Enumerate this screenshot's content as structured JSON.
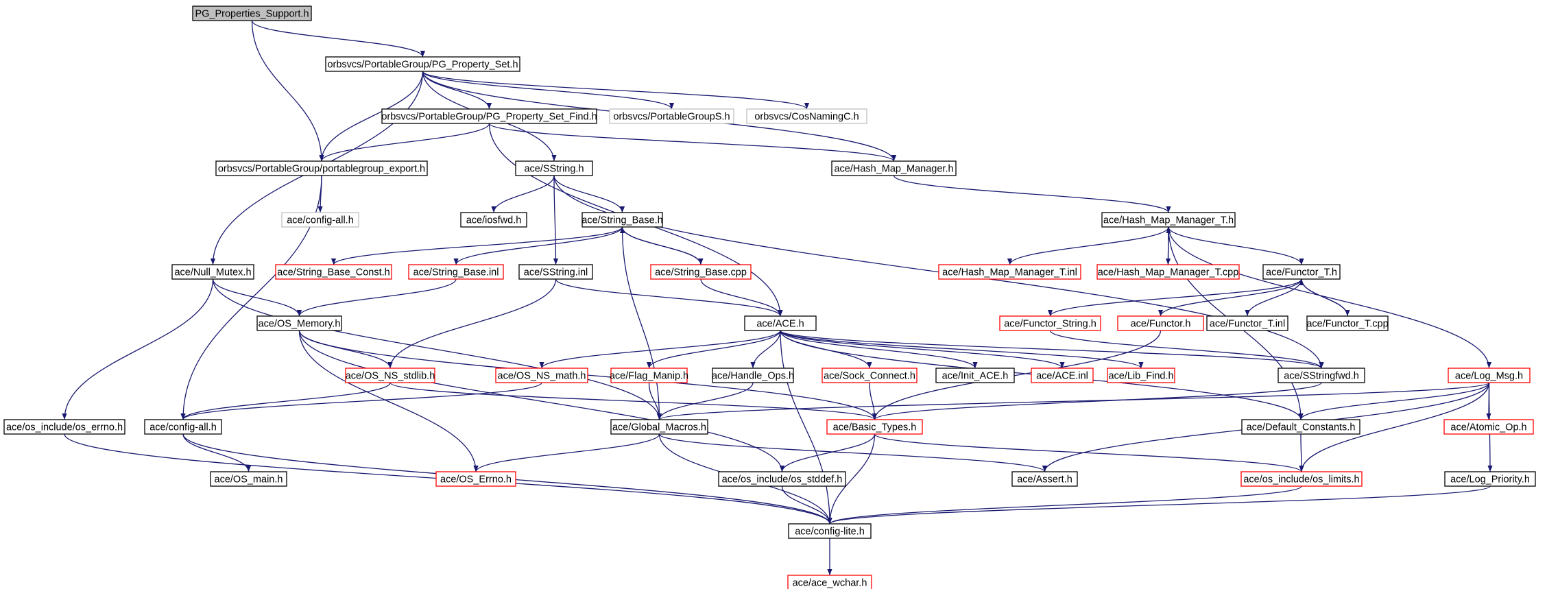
{
  "diagram": {
    "type": "include-dependency-graph",
    "colors": {
      "edge": "#191970",
      "normal_border": "#000000",
      "root_fill": "#bfbfbf",
      "truncated_border": "#ff0000",
      "external_border": "#bfbfbf"
    },
    "nodes": [
      {
        "id": "root",
        "label": "PG_Properties_Support.h",
        "kind": "root"
      },
      {
        "id": "pgset",
        "label": "orbsvcs/PortableGroup/PG_Property_Set.h",
        "kind": "normal"
      },
      {
        "id": "pgfind",
        "label": "orbsvcs/PortableGroup/PG_Property_Set_Find.h",
        "kind": "normal"
      },
      {
        "id": "pgS",
        "label": "orbsvcs/PortableGroupS.h",
        "kind": "gray"
      },
      {
        "id": "cosnaming",
        "label": "orbsvcs/CosNamingC.h",
        "kind": "gray"
      },
      {
        "id": "pgexport",
        "label": "orbsvcs/PortableGroup/portablegroup_export.h",
        "kind": "normal"
      },
      {
        "id": "sstring",
        "label": "ace/SString.h",
        "kind": "normal"
      },
      {
        "id": "hmm",
        "label": "ace/Hash_Map_Manager.h",
        "kind": "normal"
      },
      {
        "id": "configall_gray",
        "label": "ace/config-all.h",
        "kind": "gray"
      },
      {
        "id": "iosfwd",
        "label": "ace/iosfwd.h",
        "kind": "normal"
      },
      {
        "id": "stringbase",
        "label": "ace/String_Base.h",
        "kind": "normal"
      },
      {
        "id": "hmmt",
        "label": "ace/Hash_Map_Manager_T.h",
        "kind": "normal"
      },
      {
        "id": "nullmutex",
        "label": "ace/Null_Mutex.h",
        "kind": "normal"
      },
      {
        "id": "sbconst",
        "label": "ace/String_Base_Const.h",
        "kind": "red"
      },
      {
        "id": "sbinl",
        "label": "ace/String_Base.inl",
        "kind": "red"
      },
      {
        "id": "sstringinl",
        "label": "ace/SString.inl",
        "kind": "normal"
      },
      {
        "id": "sbcpp",
        "label": "ace/String_Base.cpp",
        "kind": "red"
      },
      {
        "id": "hmmtinl",
        "label": "ace/Hash_Map_Manager_T.inl",
        "kind": "red"
      },
      {
        "id": "hmmtcpp",
        "label": "ace/Hash_Map_Manager_T.cpp",
        "kind": "red"
      },
      {
        "id": "functort",
        "label": "ace/Functor_T.h",
        "kind": "normal"
      },
      {
        "id": "osmem",
        "label": "ace/OS_Memory.h",
        "kind": "normal"
      },
      {
        "id": "ace",
        "label": "ace/ACE.h",
        "kind": "normal"
      },
      {
        "id": "functorstring",
        "label": "ace/Functor_String.h",
        "kind": "red"
      },
      {
        "id": "functor",
        "label": "ace/Functor.h",
        "kind": "red"
      },
      {
        "id": "functortinl",
        "label": "ace/Functor_T.inl",
        "kind": "normal"
      },
      {
        "id": "functortcpp",
        "label": "ace/Functor_T.cpp",
        "kind": "normal"
      },
      {
        "id": "osnsstdlib",
        "label": "ace/OS_NS_stdlib.h",
        "kind": "red"
      },
      {
        "id": "osnsmath",
        "label": "ace/OS_NS_math.h",
        "kind": "red"
      },
      {
        "id": "flagmanip",
        "label": "ace/Flag_Manip.h",
        "kind": "red"
      },
      {
        "id": "handleops",
        "label": "ace/Handle_Ops.h",
        "kind": "normal"
      },
      {
        "id": "sockconnect",
        "label": "ace/Sock_Connect.h",
        "kind": "red"
      },
      {
        "id": "initace",
        "label": "ace/Init_ACE.h",
        "kind": "normal"
      },
      {
        "id": "aceinl",
        "label": "ace/ACE.inl",
        "kind": "red"
      },
      {
        "id": "libfind",
        "label": "ace/Lib_Find.h",
        "kind": "red"
      },
      {
        "id": "sstringfwd",
        "label": "ace/SStringfwd.h",
        "kind": "normal"
      },
      {
        "id": "logmsg",
        "label": "ace/Log_Msg.h",
        "kind": "red"
      },
      {
        "id": "oserrno",
        "label": "ace/os_include/os_errno.h",
        "kind": "normal"
      },
      {
        "id": "configall",
        "label": "ace/config-all.h",
        "kind": "normal"
      },
      {
        "id": "globalmacros",
        "label": "ace/Global_Macros.h",
        "kind": "normal"
      },
      {
        "id": "basictypes",
        "label": "ace/Basic_Types.h",
        "kind": "red"
      },
      {
        "id": "defconst",
        "label": "ace/Default_Constants.h",
        "kind": "normal"
      },
      {
        "id": "atomicop",
        "label": "ace/Atomic_Op.h",
        "kind": "red"
      },
      {
        "id": "osmain",
        "label": "ace/OS_main.h",
        "kind": "normal"
      },
      {
        "id": "oserrnoh",
        "label": "ace/OS_Errno.h",
        "kind": "red"
      },
      {
        "id": "osstddef",
        "label": "ace/os_include/os_stddef.h",
        "kind": "normal"
      },
      {
        "id": "assert",
        "label": "ace/Assert.h",
        "kind": "normal"
      },
      {
        "id": "oslimits",
        "label": "ace/os_include/os_limits.h",
        "kind": "red"
      },
      {
        "id": "logpriority",
        "label": "ace/Log_Priority.h",
        "kind": "normal"
      },
      {
        "id": "configlite",
        "label": "ace/config-lite.h",
        "kind": "normal"
      },
      {
        "id": "acewchar",
        "label": "ace/ace_wchar.h",
        "kind": "red"
      }
    ],
    "edges": [
      [
        "root",
        "pgset"
      ],
      [
        "root",
        "pgexport"
      ],
      [
        "pgset",
        "pgfind"
      ],
      [
        "pgset",
        "pgS"
      ],
      [
        "pgset",
        "cosnaming"
      ],
      [
        "pgset",
        "pgexport"
      ],
      [
        "pgset",
        "sstring"
      ],
      [
        "pgset",
        "hmm"
      ],
      [
        "pgset",
        "nullmutex"
      ],
      [
        "pgfind",
        "pgexport"
      ],
      [
        "pgfind",
        "hmm"
      ],
      [
        "pgfind",
        "ace"
      ],
      [
        "pgexport",
        "configall_gray"
      ],
      [
        "pgexport",
        "configall"
      ],
      [
        "sstring",
        "iosfwd"
      ],
      [
        "sstring",
        "stringbase"
      ],
      [
        "sstring",
        "sstringinl"
      ],
      [
        "sstring",
        "sstringfwd"
      ],
      [
        "hmm",
        "hmmt"
      ],
      [
        "stringbase",
        "sbconst"
      ],
      [
        "stringbase",
        "sbinl"
      ],
      [
        "stringbase",
        "sbcpp"
      ],
      [
        "stringbase",
        "globalmacros"
      ],
      [
        "sbcpp",
        "stringbase"
      ],
      [
        "sbcpp",
        "ace"
      ],
      [
        "sbinl",
        "osmem"
      ],
      [
        "sstringinl",
        "osnsstdlib"
      ],
      [
        "sstringinl",
        "ace"
      ],
      [
        "hmmt",
        "hmmtinl"
      ],
      [
        "hmmt",
        "hmmtcpp"
      ],
      [
        "hmmt",
        "functort"
      ],
      [
        "hmmt",
        "logmsg"
      ],
      [
        "hmmt",
        "defconst"
      ],
      [
        "hmmtcpp",
        "hmmt"
      ],
      [
        "functort",
        "functorstring"
      ],
      [
        "functort",
        "functor"
      ],
      [
        "functort",
        "functortinl"
      ],
      [
        "functort",
        "functortcpp"
      ],
      [
        "functortcpp",
        "functort"
      ],
      [
        "functorstring",
        "sstringfwd"
      ],
      [
        "functor",
        "basictypes"
      ],
      [
        "nullmutex",
        "osmem"
      ],
      [
        "nullmutex",
        "oserrno"
      ],
      [
        "nullmutex",
        "globalmacros"
      ],
      [
        "osmem",
        "osnsstdlib"
      ],
      [
        "osmem",
        "oserrnoh"
      ],
      [
        "osmem",
        "basictypes"
      ],
      [
        "osmem",
        "osstddef"
      ],
      [
        "osnsstdlib",
        "configall"
      ],
      [
        "osnsstdlib",
        "basictypes"
      ],
      [
        "ace",
        "osnsmath"
      ],
      [
        "ace",
        "flagmanip"
      ],
      [
        "ace",
        "handleops"
      ],
      [
        "ace",
        "sockconnect"
      ],
      [
        "ace",
        "initace"
      ],
      [
        "ace",
        "aceinl"
      ],
      [
        "ace",
        "libfind"
      ],
      [
        "ace",
        "sstringfwd"
      ],
      [
        "ace",
        "defconst"
      ],
      [
        "ace",
        "configlite"
      ],
      [
        "osnsmath",
        "configall"
      ],
      [
        "flagmanip",
        "globalmacros"
      ],
      [
        "handleops",
        "globalmacros"
      ],
      [
        "sockconnect",
        "basictypes"
      ],
      [
        "sstringfwd",
        "basictypes"
      ],
      [
        "logmsg",
        "atomicop"
      ],
      [
        "logmsg",
        "defconst"
      ],
      [
        "logmsg",
        "oslimits"
      ],
      [
        "logmsg",
        "logpriority"
      ],
      [
        "logmsg",
        "assert"
      ],
      [
        "logmsg",
        "globalmacros"
      ],
      [
        "defconst",
        "oslimits"
      ],
      [
        "oserrno",
        "configlite"
      ],
      [
        "configall",
        "osmain"
      ],
      [
        "configall",
        "configlite"
      ],
      [
        "globalmacros",
        "oserrnoh"
      ],
      [
        "globalmacros",
        "assert"
      ],
      [
        "globalmacros",
        "configlite"
      ],
      [
        "basictypes",
        "osstddef"
      ],
      [
        "basictypes",
        "oslimits"
      ],
      [
        "basictypes",
        "configlite"
      ],
      [
        "osstddef",
        "configlite"
      ],
      [
        "oslimits",
        "configlite"
      ],
      [
        "logpriority",
        "configlite"
      ],
      [
        "configlite",
        "acewchar"
      ]
    ]
  }
}
